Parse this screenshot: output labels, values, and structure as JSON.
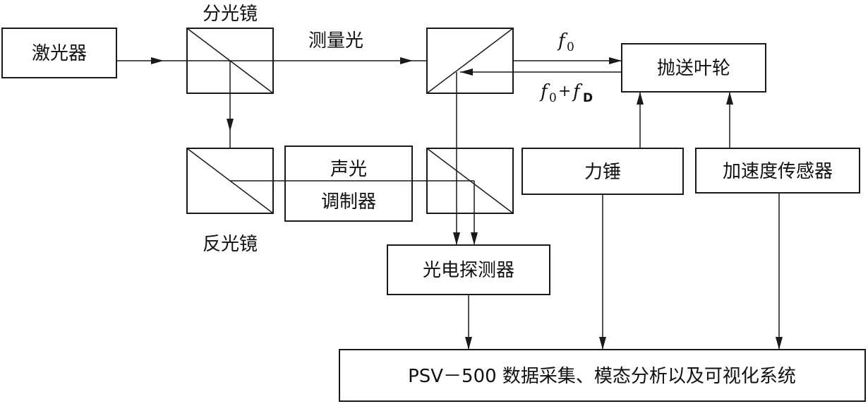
{
  "blocks": {
    "laser": "激光器",
    "beam_splitter_label": "分光镜",
    "measurement_light": "测量光",
    "impeller": "抛送叶轮",
    "ao_modulator_line1": "声光",
    "ao_modulator_line2": "调制器",
    "reflector_label": "反光镜",
    "force_hammer": "力锤",
    "accelerometer": "加速度传感器",
    "photodetector": "光电探测器",
    "system": "PSV－500 数据采集、模态分析以及可视化系统"
  },
  "signals": {
    "f0_base": "f",
    "f0_sub": "0",
    "fsum_base1": "f",
    "fsum_sub1": "0",
    "fsum_plus": "+",
    "fsum_base2": "f",
    "fsum_sub2": "D"
  }
}
